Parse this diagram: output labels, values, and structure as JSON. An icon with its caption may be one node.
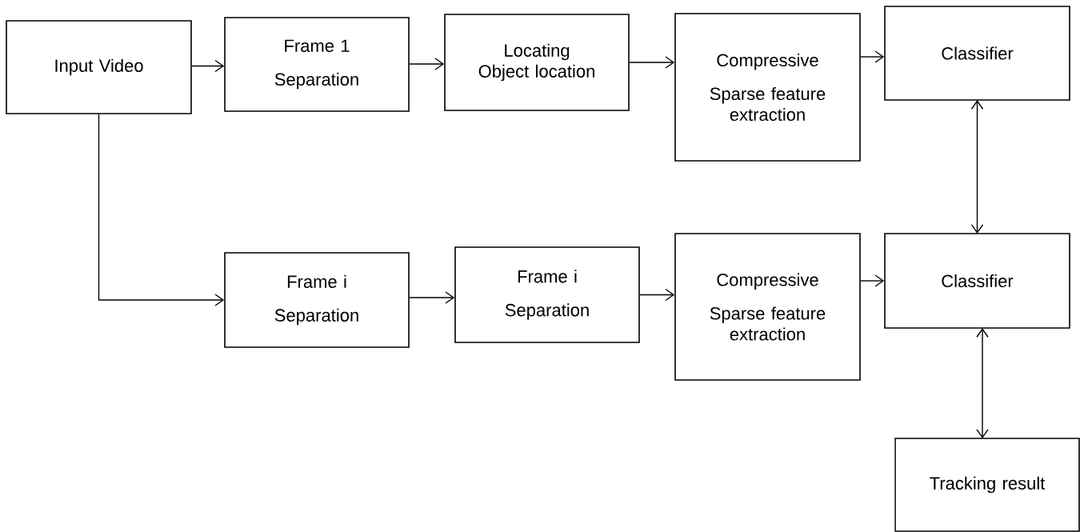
{
  "diagram": {
    "nodes": [
      {
        "text": [
          "Input Video"
        ]
      },
      {
        "text": [
          "Frame 1",
          "Separation"
        ]
      },
      {
        "text": [
          "Locating Object location"
        ]
      },
      {
        "text": [
          "Compressive",
          "Sparse feature extraction"
        ]
      },
      {
        "text": [
          "Classifier"
        ]
      },
      {
        "text": [
          "Frame i",
          "Separation"
        ]
      },
      {
        "text": [
          "Frame i",
          "Separation"
        ]
      },
      {
        "text": [
          "Compressive",
          "Sparse feature extraction"
        ]
      },
      {
        "text": [
          "Classifier"
        ]
      },
      {
        "text": [
          "Tracking result"
        ]
      }
    ],
    "edges": [
      {
        "from": 0,
        "to": 1,
        "arrow": "to"
      },
      {
        "from": 1,
        "to": 2,
        "arrow": "to"
      },
      {
        "from": 2,
        "to": 3,
        "arrow": "to"
      },
      {
        "from": 3,
        "to": 4,
        "arrow": "to"
      },
      {
        "from": 0,
        "to": 5,
        "arrow": "to"
      },
      {
        "from": 5,
        "to": 6,
        "arrow": "to"
      },
      {
        "from": 6,
        "to": 7,
        "arrow": "to"
      },
      {
        "from": 7,
        "to": 8,
        "arrow": "to"
      },
      {
        "from": 4,
        "to": 8,
        "arrow": "both"
      },
      {
        "from": 8,
        "to": 9,
        "arrow": "both"
      }
    ]
  }
}
